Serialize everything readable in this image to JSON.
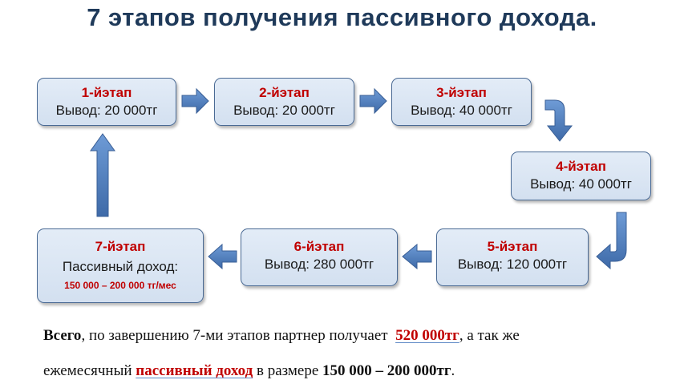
{
  "title": "7 этапов получения пассивного дохода.",
  "stages": [
    {
      "label": "1-йэтап",
      "value": "Вывод: 20 000тг"
    },
    {
      "label": "2-йэтап",
      "value": "Вывод: 20 000тг"
    },
    {
      "label": "3-йэтап",
      "value": "Вывод: 40 000тг"
    },
    {
      "label": "4-йэтап",
      "value": "Вывод: 40 000тг"
    },
    {
      "label": "5-йэтап",
      "value": "Вывод: 120 000тг"
    },
    {
      "label": "6-йэтап",
      "value": "Вывод: 280 000тг"
    },
    {
      "label": "7-йэтап",
      "value": "Пассивный доход:",
      "subvalue": "150 000 – 200 000 тг/мес"
    }
  ],
  "summary": {
    "line1_bold_start": "Всего",
    "line1_text": ", по завершению 7-ми этапов партнер получает",
    "line1_amount": "520 000тг",
    "line1_end": ", а так же",
    "line2_start": "ежемесячный",
    "line2_highlight": "пассивный доход",
    "line2_mid": "в размере",
    "line2_range": "150 000 – 200 000тг",
    "line2_end": "."
  },
  "colors": {
    "title": "#1f3a5a",
    "accent": "#c00000",
    "box_border": "#4a6a94",
    "arrow": "#4f7fbf"
  }
}
